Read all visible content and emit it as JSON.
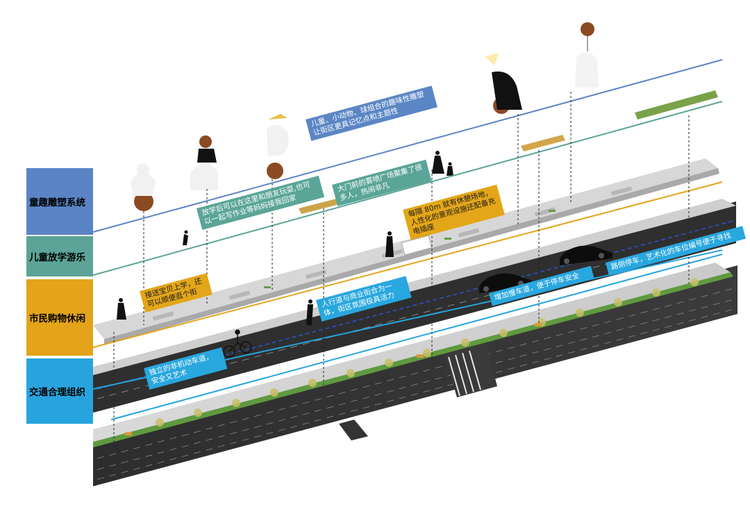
{
  "layers": [
    {
      "label": "童趣雕塑系统",
      "color": "#5b84c6"
    },
    {
      "label": "儿童放学游乐",
      "color": "#5ba497"
    },
    {
      "label": "市民购物休闲",
      "color": "#e3a41a"
    },
    {
      "label": "交通合理组织",
      "color": "#27a4de"
    }
  ],
  "callouts": [
    {
      "text": "儿童、小动物、球组合的趣味性雕塑让街区更具记忆点和主题性",
      "style": "blue"
    },
    {
      "text": "放学后可以在这里和朋友玩耍,也可以一起写作业等妈妈接我回家",
      "style": "teal"
    },
    {
      "text": "大门前的雾喷广场聚集了很多人，热闹非凡",
      "style": "teal"
    },
    {
      "text": "每隔 80m 就有休憩场地，人性化的景观设施还配备充电插座",
      "style": "orange"
    },
    {
      "text": "接送宝贝上学，还可以顺便逛个街",
      "style": "orange"
    },
    {
      "text": "人行道与商业街合为一体，街区氛围极具活力",
      "style": "cyan"
    },
    {
      "text": "增加慢车道，便于停车安全",
      "style": "cyan"
    },
    {
      "text": "路侧停车，艺术化的车位编号便于寻找",
      "style": "cyan"
    },
    {
      "text": "独立的非机动车道，安全又艺术",
      "style": "cyan"
    }
  ]
}
